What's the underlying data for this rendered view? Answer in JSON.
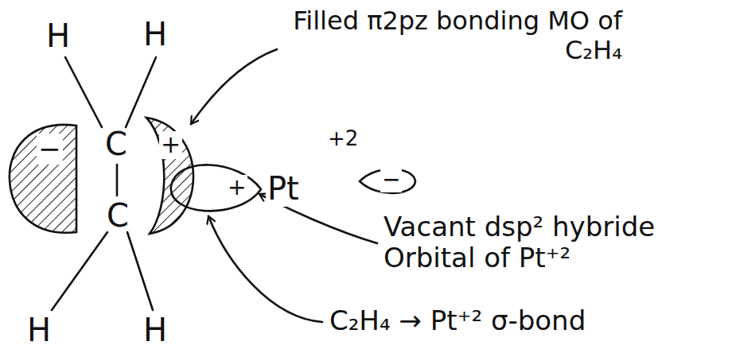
{
  "diagram": {
    "labels": [
      "H",
      "H",
      "Filled π2pz bonding MO of C₂H₄",
      "C",
      "−",
      "+",
      "+2",
      "+",
      "Pt",
      "−",
      "C",
      "Vacant dsp² hybride Orbital of Pt⁺²",
      "H",
      "H",
      "C₂H₄ → Pt⁺² σ-bond"
    ]
  }
}
